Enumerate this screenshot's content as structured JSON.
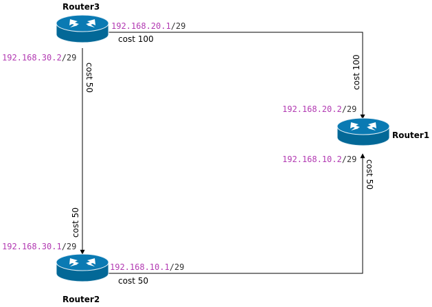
{
  "routers": {
    "r1": {
      "name": "Router1"
    },
    "r2": {
      "name": "Router2"
    },
    "r3": {
      "name": "Router3"
    }
  },
  "links": {
    "r3_r1": {
      "cost": "cost 100",
      "cost_vertical": "cost 100"
    },
    "r3_r2": {
      "cost": "cost 50",
      "cost_lower": "cost 50"
    },
    "r2_r1": {
      "cost": "cost 50",
      "cost_vertical": "cost 50"
    }
  },
  "interfaces": {
    "r3_to_r1": {
      "addr": "192.168.20.1",
      "mask": "/29"
    },
    "r3_to_r2": {
      "addr": "192.168.30.2",
      "mask": "/29"
    },
    "r1_to_r3": {
      "addr": "192.168.20.2",
      "mask": "/29"
    },
    "r1_to_r2": {
      "addr": "192.168.10.2",
      "mask": "/29"
    },
    "r2_to_r3": {
      "addr": "192.168.30.1",
      "mask": "/29"
    },
    "r2_to_r1": {
      "addr": "192.168.10.1",
      "mask": "/29"
    }
  },
  "colors": {
    "router_fill": "#036897",
    "router_top": "#0a7ab3",
    "ip_address": "#b239b2",
    "line": "#000000"
  }
}
